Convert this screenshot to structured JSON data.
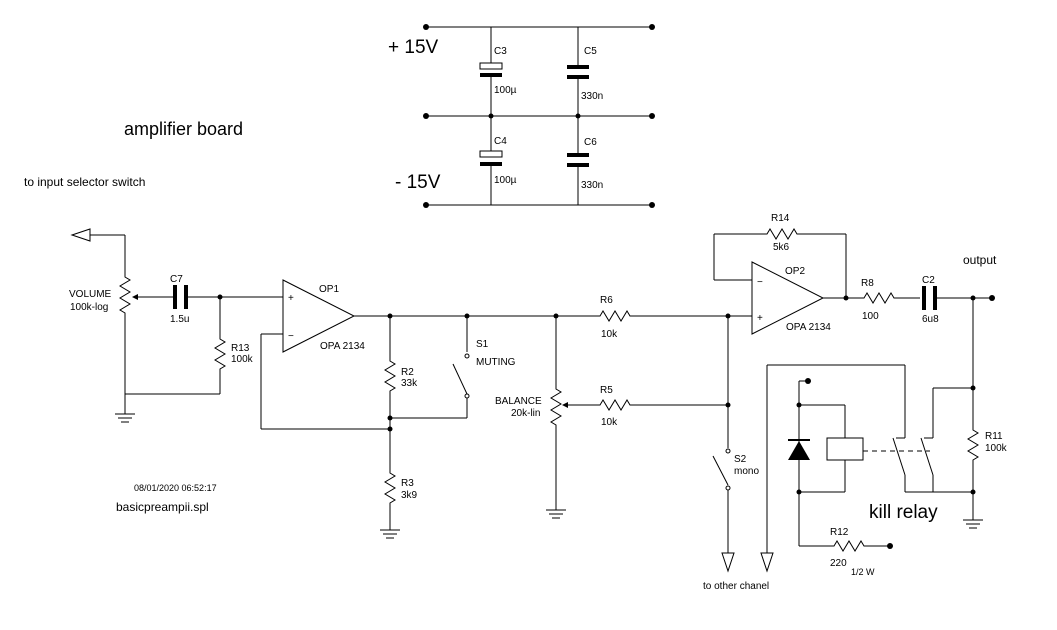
{
  "supply": {
    "plus_label": "+ 15V",
    "minus_label": "- 15V",
    "c3": {
      "ref": "C3",
      "value": "100µ"
    },
    "c5": {
      "ref": "C5",
      "value": "330n"
    },
    "c4": {
      "ref": "C4",
      "value": "100µ"
    },
    "c6": {
      "ref": "C6",
      "value": "330n"
    }
  },
  "board_title": "amplifier board",
  "input_note": "to input selector switch",
  "volume": {
    "label": "VOLUME",
    "value": "100k-log"
  },
  "c7": {
    "ref": "C7",
    "value": "1.5u"
  },
  "r13": {
    "ref": "R13",
    "value": "100k"
  },
  "op1": {
    "ref": "OP1",
    "part": "OPA 2134",
    "plus": "+",
    "minus": "−"
  },
  "r2": {
    "ref": "R2",
    "value": "33k"
  },
  "r3": {
    "ref": "R3",
    "value": "3k9"
  },
  "s1": {
    "ref": "S1",
    "label": "MUTING"
  },
  "balance": {
    "label": "BALANCE",
    "value": "20k-lin"
  },
  "r6": {
    "ref": "R6",
    "value": "10k"
  },
  "r5": {
    "ref": "R5",
    "value": "10k"
  },
  "s2": {
    "ref": "S2",
    "label": "mono"
  },
  "other_channel": "to other chanel",
  "r14": {
    "ref": "R14",
    "value": "5k6"
  },
  "op2": {
    "ref": "OP2",
    "part": "OPA 2134",
    "plus": "+",
    "minus": "−"
  },
  "r8": {
    "ref": "R8",
    "value": "100"
  },
  "c2": {
    "ref": "C2",
    "value": "6u8"
  },
  "output_label": "output",
  "r11": {
    "ref": "R11",
    "value": "100k"
  },
  "relay_label": "kill relay",
  "r12": {
    "ref": "R12",
    "value": "220",
    "rating": "1/2 W"
  },
  "footer": {
    "timestamp": "08/01/2020  06:52:17",
    "filename": "basicpreampii.spl"
  },
  "icons": [
    "ground-icon",
    "triangle-connector-icon",
    "diode-icon",
    "relay-coil-icon",
    "resistor-icon",
    "capacitor-icon",
    "opamp-icon",
    "switch-icon"
  ]
}
